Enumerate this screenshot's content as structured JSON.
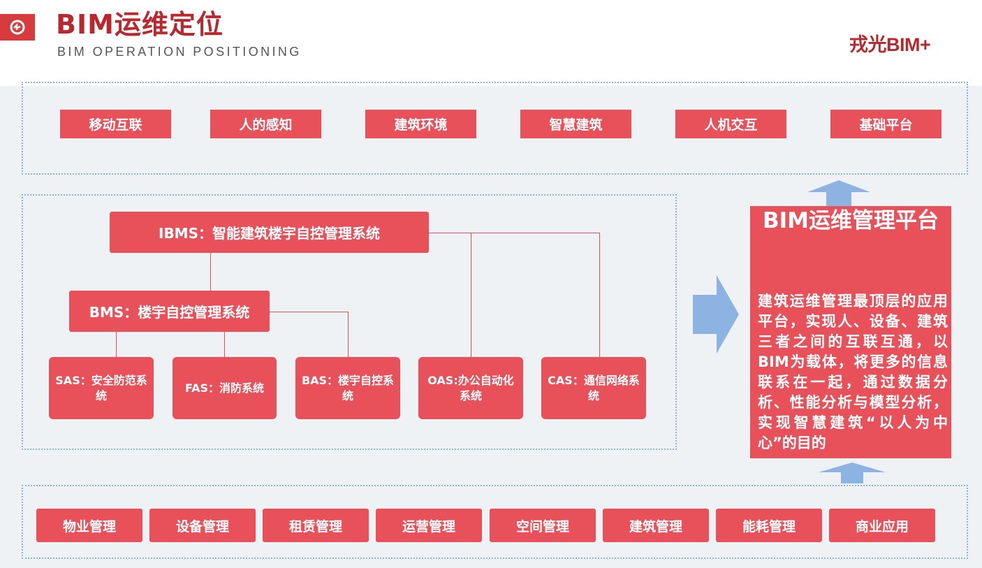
{
  "header": {
    "title": "BIM运维定位",
    "subtitle": "BIM OPERATION POSITIONING",
    "brand": "戎光BIM+"
  },
  "top_tags": [
    "移动互联",
    "人的感知",
    "建筑环境",
    "智慧建筑",
    "人机交互",
    "基础平台"
  ],
  "systems": {
    "ibms": "IBMS：智能建筑楼宇自控管理系统",
    "bms": "BMS：楼宇自控管理系统",
    "sas": "SAS：安全防范系统",
    "fas": "FAS：消防系统",
    "bas": "BAS：楼宇自控系统",
    "oas": "OAS:办公自动化系统",
    "cas": "CAS：通信网络系统"
  },
  "platform": {
    "title": "BIM运维管理平台",
    "description": "建筑运维管理最顶层的应用平台，实现人、设备、建筑三者之间的互联互通，以BIM为载体，将更多的信息联系在一起，通过数据分析、性能分析与模型分析，实现智慧建筑“以人为中心”的目的"
  },
  "bottom_tags": [
    "物业管理",
    "设备管理",
    "租赁管理",
    "运营管理",
    "空间管理",
    "建筑管理",
    "能耗管理",
    "商业应用"
  ],
  "colors": {
    "accent_red": "#e8505a",
    "title_red": "#b8282e",
    "arrow_blue": "#8db3e2",
    "dotted_border": "#8fb4dc"
  }
}
